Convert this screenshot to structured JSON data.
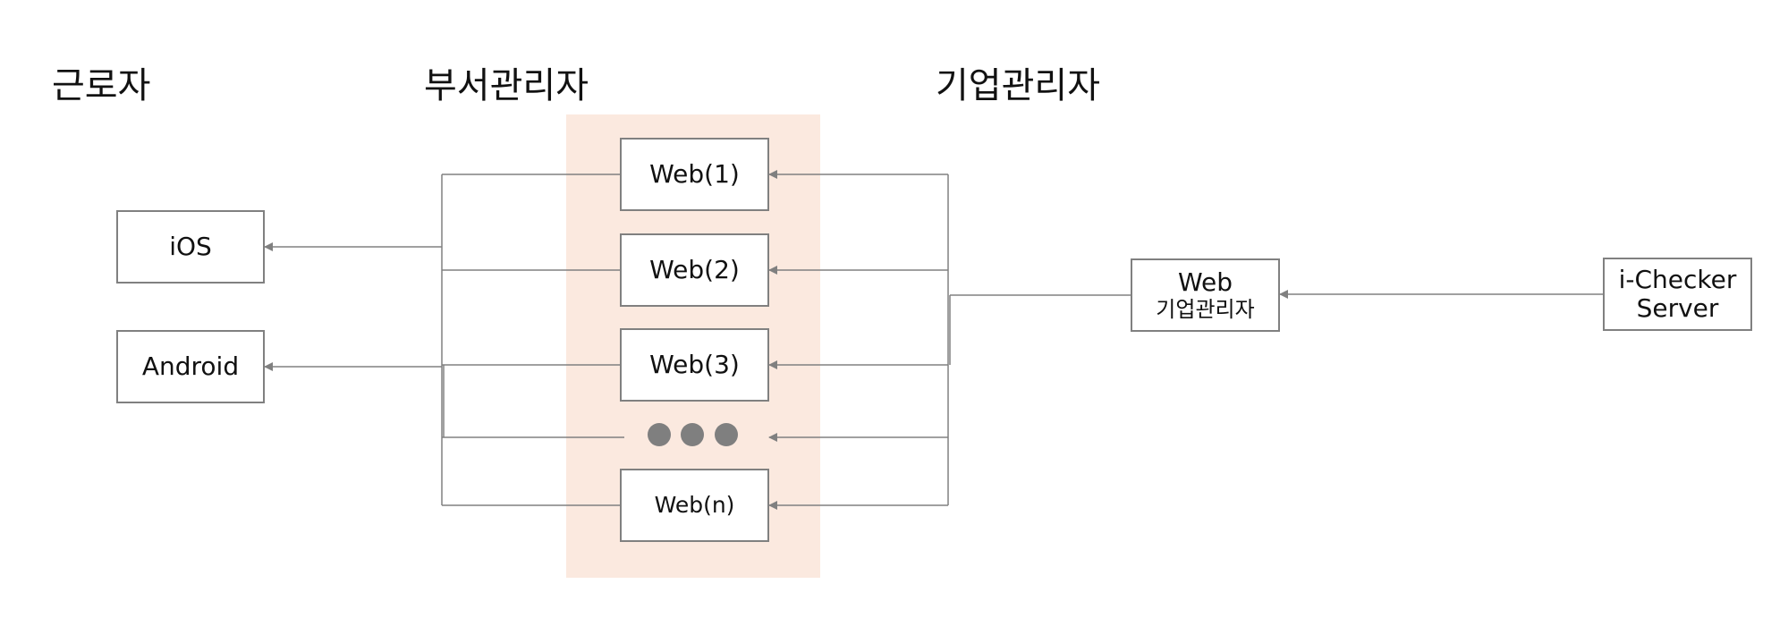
{
  "headings": {
    "worker": "근로자",
    "dept_admin": "부서관리자",
    "corp_admin": "기업관리자"
  },
  "clients": {
    "ios": "iOS",
    "android": "Android"
  },
  "dept_web": {
    "web1": "Web(1)",
    "web2": "Web(2)",
    "web3": "Web(3)",
    "webn": "Web(n)"
  },
  "corp_web": {
    "line1": "Web",
    "line2": "기업관리자"
  },
  "server": {
    "line1": "i-Checker",
    "line2": "Server"
  },
  "colors": {
    "panel": "#fbe9df",
    "line": "#808080",
    "dot": "#7f7f7f"
  }
}
